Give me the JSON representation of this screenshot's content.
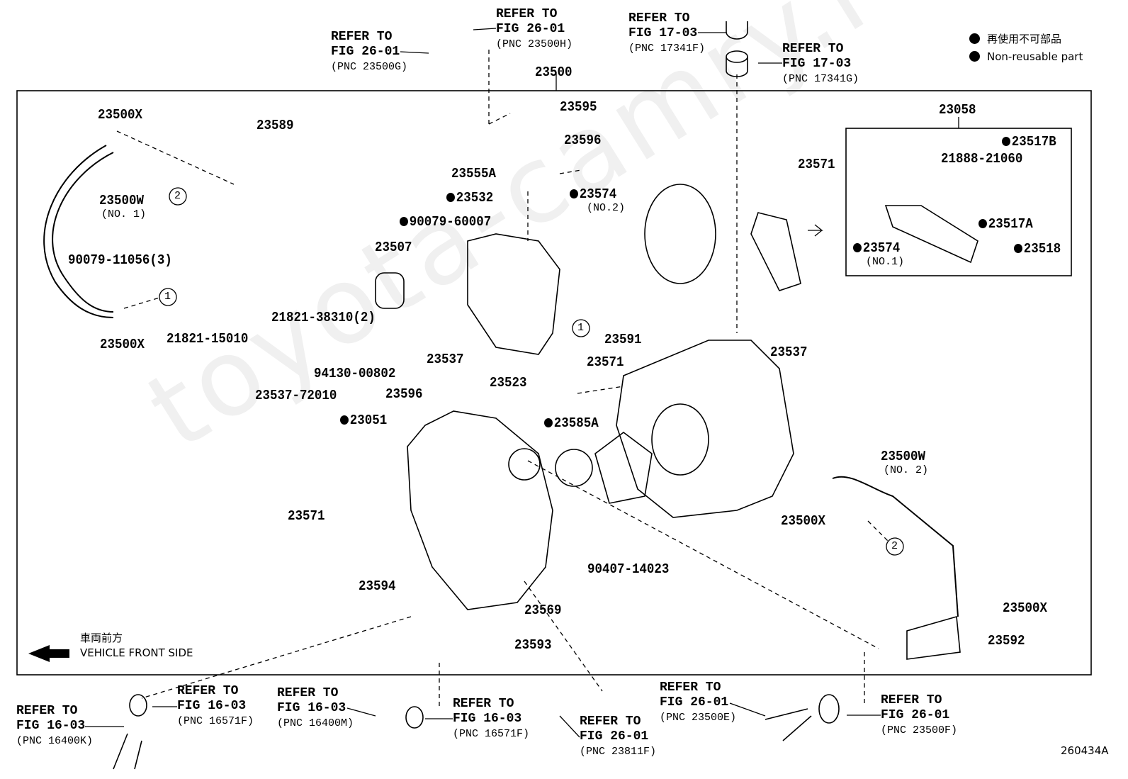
{
  "watermark": "toyota-camry.ru",
  "legend": {
    "jp": "再使用不可部品",
    "en": "Non-reusable part",
    "marker_color": "#000000"
  },
  "top_assembly": "23500",
  "front": {
    "jp": "車両前方",
    "en": "VEHICLE FRONT SIDE",
    "arrow_icon": "arrow-left-icon"
  },
  "diagram_code": "260434A",
  "refs": [
    {
      "l1": "REFER TO",
      "l2": "FIG 26-01",
      "l3": "(PNC 23500G)"
    },
    {
      "l1": "REFER TO",
      "l2": "FIG 26-01",
      "l3": "(PNC 23500H)"
    },
    {
      "l1": "REFER TO",
      "l2": "FIG 17-03",
      "l3": "(PNC 17341F)"
    },
    {
      "l1": "REFER TO",
      "l2": "FIG 17-03",
      "l3": "(PNC 17341G)"
    },
    {
      "l1": "REFER TO",
      "l2": "FIG 16-03",
      "l3": "(PNC 16400K)"
    },
    {
      "l1": "REFER TO",
      "l2": "FIG 16-03",
      "l3": "(PNC 16571F)"
    },
    {
      "l1": "REFER TO",
      "l2": "FIG 16-03",
      "l3": "(PNC 16400M)"
    },
    {
      "l1": "REFER TO",
      "l2": "FIG 16-03",
      "l3": "(PNC 16571F)"
    },
    {
      "l1": "REFER TO",
      "l2": "FIG 26-01",
      "l3": "(PNC 23811F)"
    },
    {
      "l1": "REFER TO",
      "l2": "FIG 26-01",
      "l3": "(PNC 23500E)"
    },
    {
      "l1": "REFER TO",
      "l2": "FIG 26-01",
      "l3": "(PNC 23500F)"
    }
  ],
  "parts": [
    {
      "pnc": "23500X",
      "non_reusable": false
    },
    {
      "pnc": "23589",
      "non_reusable": false
    },
    {
      "pnc": "23500W",
      "non_reusable": false,
      "note": "(NO. 1)"
    },
    {
      "pnc": "90079-11056(3)",
      "non_reusable": false
    },
    {
      "pnc": "23500X",
      "non_reusable": false
    },
    {
      "pnc": "21821-15010",
      "non_reusable": false
    },
    {
      "pnc": "23595",
      "non_reusable": false
    },
    {
      "pnc": "23596",
      "non_reusable": false
    },
    {
      "pnc": "23555A",
      "non_reusable": false
    },
    {
      "pnc": "23532",
      "non_reusable": true
    },
    {
      "pnc": "23574",
      "non_reusable": true,
      "note": "(NO.2)"
    },
    {
      "pnc": "90079-60007",
      "non_reusable": true
    },
    {
      "pnc": "23507",
      "non_reusable": false
    },
    {
      "pnc": "21821-38310(2)",
      "non_reusable": false
    },
    {
      "pnc": "94130-00802",
      "non_reusable": false
    },
    {
      "pnc": "23537-72010",
      "non_reusable": false
    },
    {
      "pnc": "23537",
      "non_reusable": false
    },
    {
      "pnc": "23523",
      "non_reusable": false
    },
    {
      "pnc": "23591",
      "non_reusable": false
    },
    {
      "pnc": "23571",
      "non_reusable": false
    },
    {
      "pnc": "23537",
      "non_reusable": false
    },
    {
      "pnc": "23596",
      "non_reusable": false
    },
    {
      "pnc": "23051",
      "non_reusable": true
    },
    {
      "pnc": "23585A",
      "non_reusable": true
    },
    {
      "pnc": "23571",
      "non_reusable": false
    },
    {
      "pnc": "23058",
      "non_reusable": false
    },
    {
      "pnc": "23517B",
      "non_reusable": true
    },
    {
      "pnc": "21888-21060",
      "non_reusable": false
    },
    {
      "pnc": "23571",
      "non_reusable": false
    },
    {
      "pnc": "23517A",
      "non_reusable": true
    },
    {
      "pnc": "23574",
      "non_reusable": true,
      "note": "(NO.1)"
    },
    {
      "pnc": "23518",
      "non_reusable": true
    },
    {
      "pnc": "23500W",
      "non_reusable": false,
      "note": "(NO. 2)"
    },
    {
      "pnc": "23500X",
      "non_reusable": false
    },
    {
      "pnc": "90407-14023",
      "non_reusable": false
    },
    {
      "pnc": "23594",
      "non_reusable": false
    },
    {
      "pnc": "23569",
      "non_reusable": false
    },
    {
      "pnc": "23500X",
      "non_reusable": false
    },
    {
      "pnc": "23593",
      "non_reusable": false
    },
    {
      "pnc": "23592",
      "non_reusable": false
    }
  ],
  "connection_marks": [
    "2",
    "1",
    "1",
    "2"
  ]
}
